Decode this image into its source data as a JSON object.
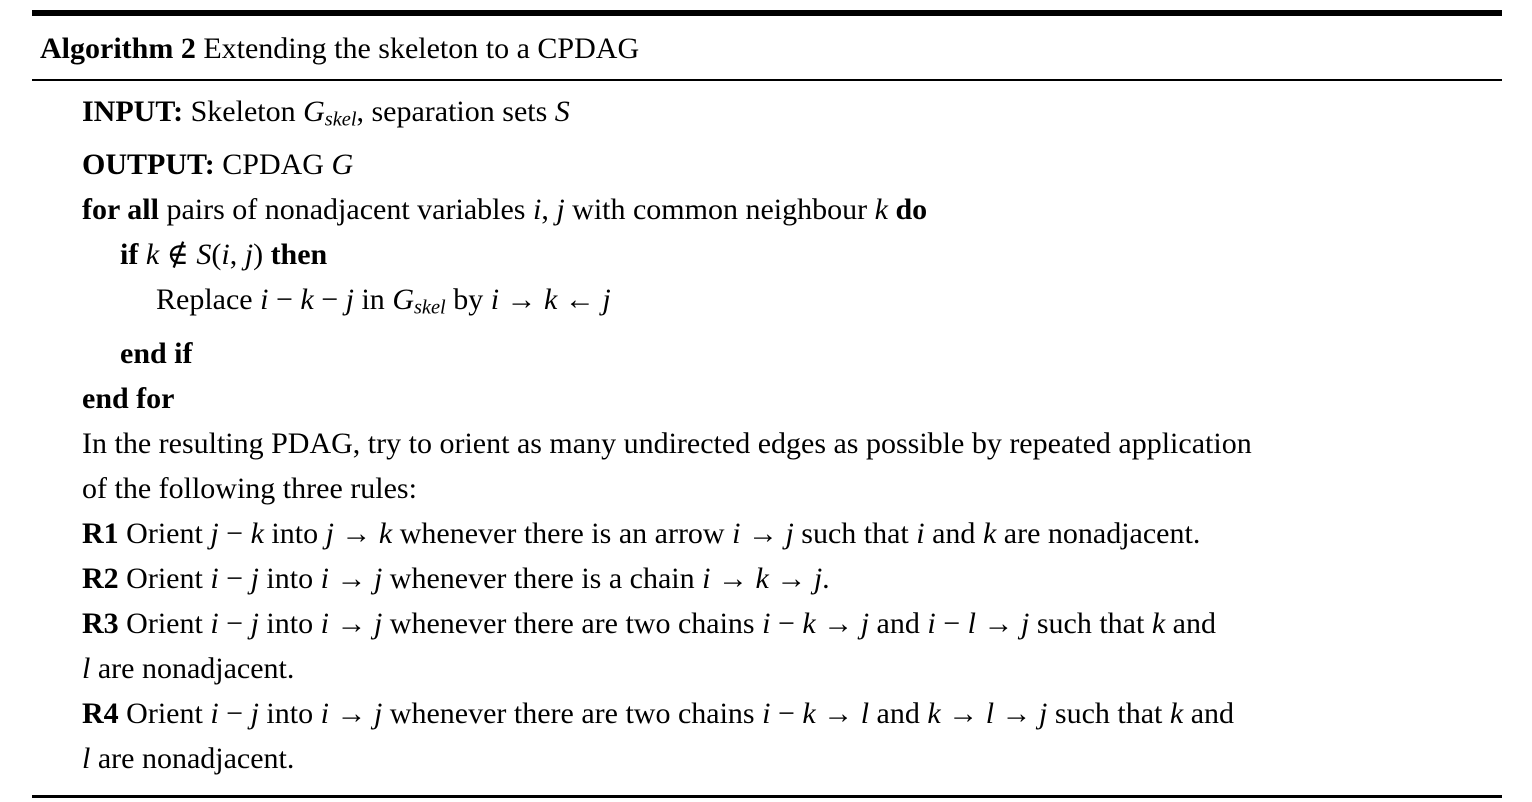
{
  "colors": {
    "background": "#ffffff",
    "text": "#000000",
    "rule": "#000000"
  },
  "algorithm": {
    "title": [
      {
        "s": "b",
        "t": "Algorithm 2"
      },
      {
        "s": "n",
        "t": " Extending the skeleton to a CPDAG"
      }
    ],
    "lines": [
      {
        "indent": 1,
        "segments": [
          {
            "s": "b",
            "t": "INPUT:"
          },
          {
            "s": "n",
            "t": " Skeleton "
          },
          {
            "s": "i",
            "t": "G"
          },
          {
            "s": "sub",
            "t": "skel"
          },
          {
            "s": "n",
            "t": ", separation sets "
          },
          {
            "s": "i",
            "t": "S"
          }
        ]
      },
      {
        "indent": 1,
        "segments": [
          {
            "s": "b",
            "t": "OUTPUT:"
          },
          {
            "s": "n",
            "t": " CPDAG "
          },
          {
            "s": "i",
            "t": "G"
          }
        ]
      },
      {
        "indent": 1,
        "segments": [
          {
            "s": "b",
            "t": "for all"
          },
          {
            "s": "n",
            "t": " pairs of nonadjacent variables "
          },
          {
            "s": "i",
            "t": "i"
          },
          {
            "s": "n",
            "t": ", "
          },
          {
            "s": "i",
            "t": "j"
          },
          {
            "s": "n",
            "t": " with common neighbour "
          },
          {
            "s": "i",
            "t": "k"
          },
          {
            "s": "n",
            "t": " "
          },
          {
            "s": "b",
            "t": "do"
          }
        ]
      },
      {
        "indent": 2,
        "segments": [
          {
            "s": "b",
            "t": "if"
          },
          {
            "s": "n",
            "t": " "
          },
          {
            "s": "i",
            "t": "k"
          },
          {
            "s": "n",
            "t": " ∉ "
          },
          {
            "s": "i",
            "t": "S"
          },
          {
            "s": "n",
            "t": "("
          },
          {
            "s": "i",
            "t": "i"
          },
          {
            "s": "n",
            "t": ", "
          },
          {
            "s": "i",
            "t": "j"
          },
          {
            "s": "n",
            "t": ") "
          },
          {
            "s": "b",
            "t": "then"
          }
        ]
      },
      {
        "indent": 3,
        "segments": [
          {
            "s": "n",
            "t": "Replace "
          },
          {
            "s": "i",
            "t": "i"
          },
          {
            "s": "n",
            "t": " − "
          },
          {
            "s": "i",
            "t": "k"
          },
          {
            "s": "n",
            "t": " − "
          },
          {
            "s": "i",
            "t": "j"
          },
          {
            "s": "n",
            "t": " in "
          },
          {
            "s": "i",
            "t": "G"
          },
          {
            "s": "sub",
            "t": "skel"
          },
          {
            "s": "n",
            "t": " by "
          },
          {
            "s": "i",
            "t": "i"
          },
          {
            "s": "n",
            "t": " → "
          },
          {
            "s": "i",
            "t": "k"
          },
          {
            "s": "n",
            "t": " ← "
          },
          {
            "s": "i",
            "t": "j"
          }
        ]
      },
      {
        "indent": 2,
        "segments": [
          {
            "s": "b",
            "t": "end if"
          }
        ]
      },
      {
        "indent": 1,
        "segments": [
          {
            "s": "b",
            "t": "end for"
          }
        ]
      },
      {
        "indent": 1,
        "segments": [
          {
            "s": "n",
            "t": "In the resulting PDAG, try to orient as many undirected edges as possible by repeated application"
          }
        ]
      },
      {
        "indent": 1,
        "segments": [
          {
            "s": "n",
            "t": "of the following three rules:"
          }
        ]
      },
      {
        "indent": 1,
        "segments": [
          {
            "s": "b",
            "t": "R1"
          },
          {
            "s": "n",
            "t": " Orient "
          },
          {
            "s": "i",
            "t": "j"
          },
          {
            "s": "n",
            "t": " − "
          },
          {
            "s": "i",
            "t": "k"
          },
          {
            "s": "n",
            "t": " into "
          },
          {
            "s": "i",
            "t": "j"
          },
          {
            "s": "n",
            "t": " → "
          },
          {
            "s": "i",
            "t": "k"
          },
          {
            "s": "n",
            "t": " whenever there is an arrow "
          },
          {
            "s": "i",
            "t": "i"
          },
          {
            "s": "n",
            "t": " → "
          },
          {
            "s": "i",
            "t": "j"
          },
          {
            "s": "n",
            "t": " such that "
          },
          {
            "s": "i",
            "t": "i"
          },
          {
            "s": "n",
            "t": " and "
          },
          {
            "s": "i",
            "t": "k"
          },
          {
            "s": "n",
            "t": " are nonadjacent."
          }
        ]
      },
      {
        "indent": 1,
        "segments": [
          {
            "s": "b",
            "t": "R2"
          },
          {
            "s": "n",
            "t": " Orient "
          },
          {
            "s": "i",
            "t": "i"
          },
          {
            "s": "n",
            "t": " − "
          },
          {
            "s": "i",
            "t": "j"
          },
          {
            "s": "n",
            "t": " into "
          },
          {
            "s": "i",
            "t": "i"
          },
          {
            "s": "n",
            "t": " → "
          },
          {
            "s": "i",
            "t": "j"
          },
          {
            "s": "n",
            "t": " whenever there is a chain "
          },
          {
            "s": "i",
            "t": "i"
          },
          {
            "s": "n",
            "t": " → "
          },
          {
            "s": "i",
            "t": "k"
          },
          {
            "s": "n",
            "t": " → "
          },
          {
            "s": "i",
            "t": "j"
          },
          {
            "s": "n",
            "t": "."
          }
        ]
      },
      {
        "indent": 1,
        "segments": [
          {
            "s": "b",
            "t": "R3"
          },
          {
            "s": "n",
            "t": " Orient "
          },
          {
            "s": "i",
            "t": "i"
          },
          {
            "s": "n",
            "t": " − "
          },
          {
            "s": "i",
            "t": "j"
          },
          {
            "s": "n",
            "t": " into "
          },
          {
            "s": "i",
            "t": "i"
          },
          {
            "s": "n",
            "t": " → "
          },
          {
            "s": "i",
            "t": "j"
          },
          {
            "s": "n",
            "t": " whenever there are two chains "
          },
          {
            "s": "i",
            "t": "i"
          },
          {
            "s": "n",
            "t": " − "
          },
          {
            "s": "i",
            "t": "k"
          },
          {
            "s": "n",
            "t": " → "
          },
          {
            "s": "i",
            "t": "j"
          },
          {
            "s": "n",
            "t": " and "
          },
          {
            "s": "i",
            "t": "i"
          },
          {
            "s": "n",
            "t": " − "
          },
          {
            "s": "i",
            "t": "l"
          },
          {
            "s": "n",
            "t": " → "
          },
          {
            "s": "i",
            "t": "j"
          },
          {
            "s": "n",
            "t": " such that "
          },
          {
            "s": "i",
            "t": "k"
          },
          {
            "s": "n",
            "t": " and"
          }
        ]
      },
      {
        "indent": 1,
        "segments": [
          {
            "s": "i",
            "t": "l"
          },
          {
            "s": "n",
            "t": " are nonadjacent."
          }
        ]
      },
      {
        "indent": 1,
        "segments": [
          {
            "s": "b",
            "t": "R4"
          },
          {
            "s": "n",
            "t": " Orient "
          },
          {
            "s": "i",
            "t": "i"
          },
          {
            "s": "n",
            "t": " − "
          },
          {
            "s": "i",
            "t": "j"
          },
          {
            "s": "n",
            "t": " into "
          },
          {
            "s": "i",
            "t": "i"
          },
          {
            "s": "n",
            "t": " → "
          },
          {
            "s": "i",
            "t": "j"
          },
          {
            "s": "n",
            "t": " whenever there are two chains "
          },
          {
            "s": "i",
            "t": "i"
          },
          {
            "s": "n",
            "t": " − "
          },
          {
            "s": "i",
            "t": "k"
          },
          {
            "s": "n",
            "t": " → "
          },
          {
            "s": "i",
            "t": "l"
          },
          {
            "s": "n",
            "t": " and "
          },
          {
            "s": "i",
            "t": "k"
          },
          {
            "s": "n",
            "t": " → "
          },
          {
            "s": "i",
            "t": "l"
          },
          {
            "s": "n",
            "t": " → "
          },
          {
            "s": "i",
            "t": "j"
          },
          {
            "s": "n",
            "t": " such that "
          },
          {
            "s": "i",
            "t": "k"
          },
          {
            "s": "n",
            "t": " and"
          }
        ]
      },
      {
        "indent": 1,
        "segments": [
          {
            "s": "i",
            "t": "l"
          },
          {
            "s": "n",
            "t": " are nonadjacent."
          }
        ]
      }
    ]
  }
}
